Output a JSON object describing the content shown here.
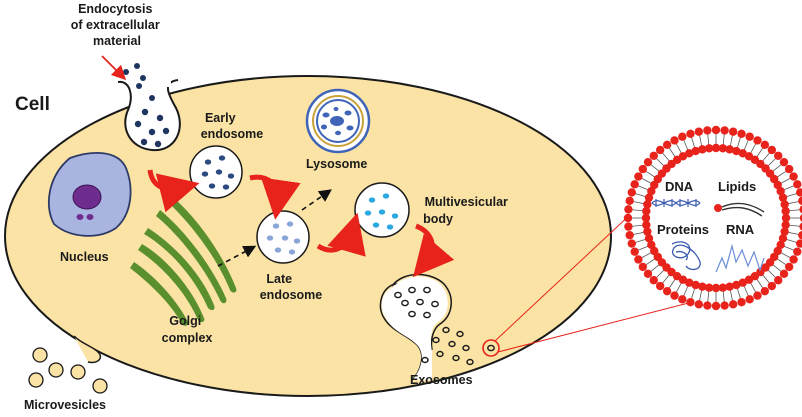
{
  "labels": {
    "cell": "Cell",
    "endocytosis": [
      "Endocytosis",
      "of extracellular",
      "material"
    ],
    "early_endosome": [
      "Early",
      "endosome"
    ],
    "lysosome": "Lysosome",
    "multivesicular_body": [
      "Multivesicular",
      "body"
    ],
    "nucleus": "Nucleus",
    "late_endosome": [
      "Late",
      "endosome"
    ],
    "golgi_complex": [
      "Golgi",
      "complex"
    ],
    "exosomes": "Exosomes",
    "microvesicles": "Microvesicles"
  },
  "cargo": {
    "dna": "DNA",
    "lipids": "Lipids",
    "proteins": "Proteins",
    "rna": "RNA"
  },
  "colors": {
    "cell_fill": "#fae3a4",
    "cell_stroke": "#1a1a1a",
    "nucleus_fill": "#aab4e0",
    "nucleolus": "#6f2c8f",
    "golgi": "#5a8f2e",
    "lysosome": "#3f64b8",
    "red_arrow": "#e8231c",
    "early_dots": "#2b4a80",
    "late_dots": "#8aa6d8",
    "mvb_dots": "#2ba8e0",
    "membrane_red": "#e8231c"
  }
}
